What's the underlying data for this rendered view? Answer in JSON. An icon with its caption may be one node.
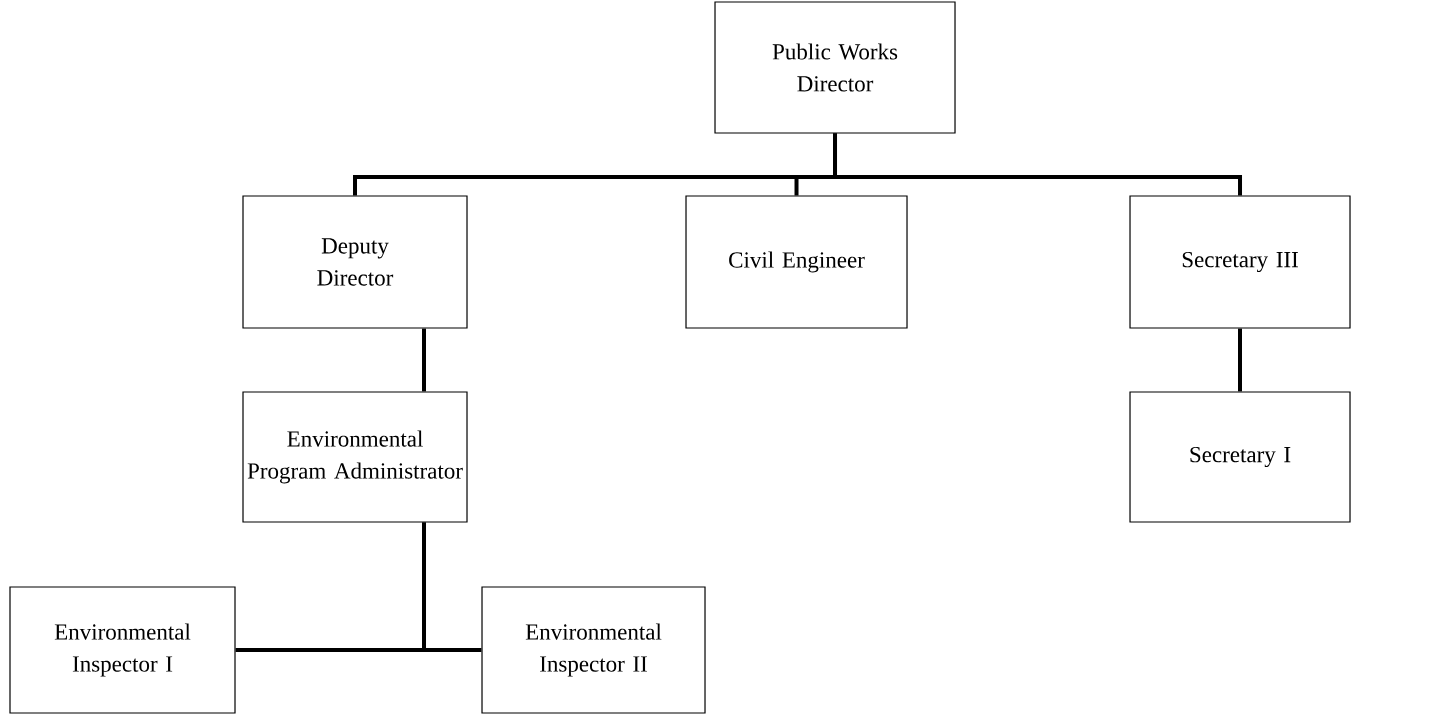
{
  "diagram": {
    "nodes": [
      {
        "text": [
          "Public Works Director"
        ]
      },
      {
        "text": [
          "Deputy Director"
        ]
      },
      {
        "text": [
          "Civil Engineer"
        ]
      },
      {
        "text": [
          "Secretary III"
        ]
      },
      {
        "text": [
          "Environmental Program Administrator"
        ]
      },
      {
        "text": [
          "Secretary I"
        ]
      },
      {
        "text": [
          "Environmental Inspector I"
        ]
      },
      {
        "text": [
          "Environmental Inspector II"
        ]
      }
    ],
    "edges": [
      {
        "from": 0,
        "to": 1,
        "arrow": "none"
      },
      {
        "from": 0,
        "to": 2,
        "arrow": "none"
      },
      {
        "from": 0,
        "to": 3,
        "arrow": "none"
      },
      {
        "from": 1,
        "to": 4,
        "arrow": "none"
      },
      {
        "from": 3,
        "to": 5,
        "arrow": "none"
      },
      {
        "from": 4,
        "to": 6,
        "arrow": "none"
      },
      {
        "from": 4,
        "to": 7,
        "arrow": "none"
      }
    ]
  }
}
